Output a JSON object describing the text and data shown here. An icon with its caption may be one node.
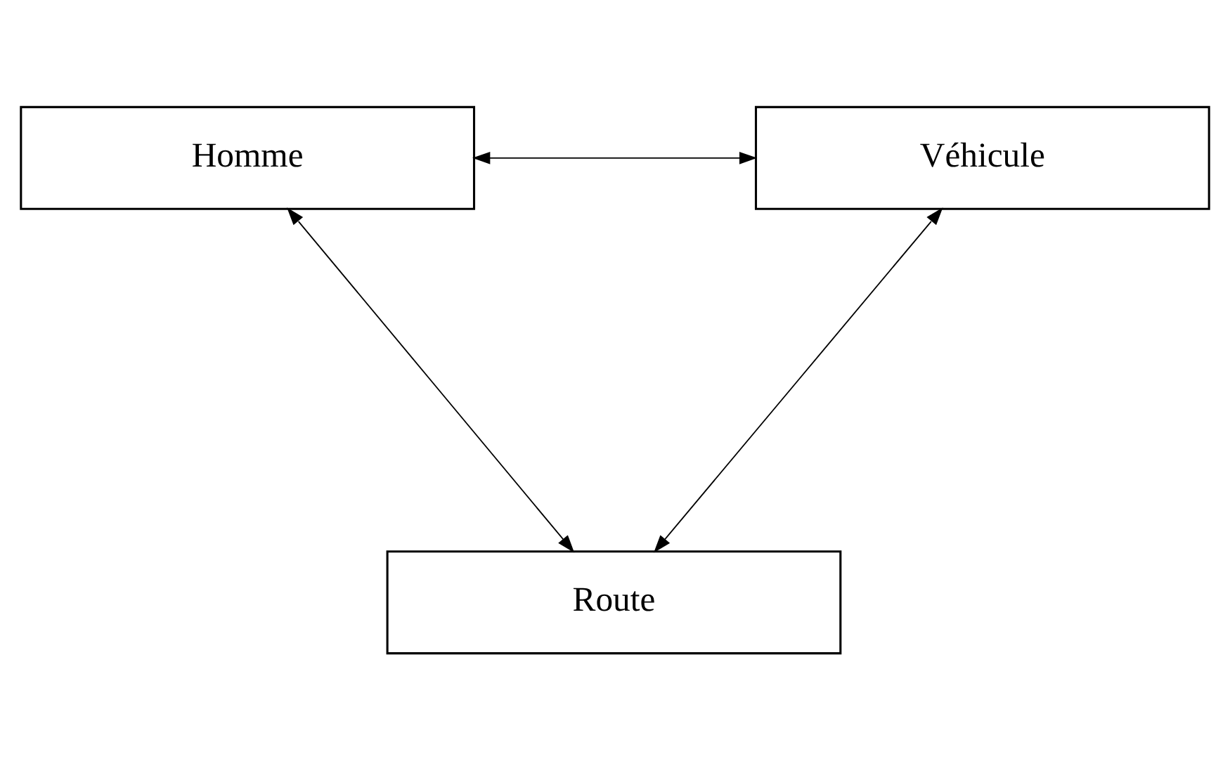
{
  "diagram": {
    "nodes": [
      {
        "text": [
          "Homme"
        ]
      },
      {
        "text": [
          "Véhicule"
        ]
      },
      {
        "text": [
          "Route"
        ]
      }
    ],
    "edges": [
      {
        "from": 0,
        "to": 1,
        "arrow": "both"
      },
      {
        "from": 0,
        "to": 2,
        "arrow": "both"
      },
      {
        "from": 1,
        "to": 2,
        "arrow": "both"
      }
    ]
  }
}
